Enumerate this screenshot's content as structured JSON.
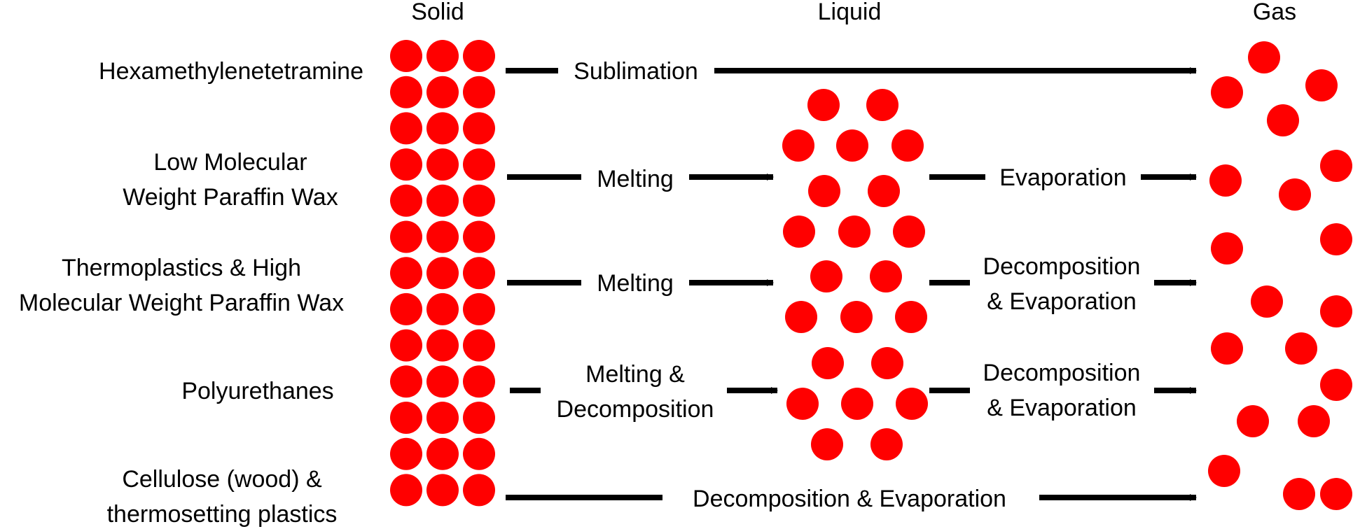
{
  "colors": {
    "particle": "#ff0000",
    "arrow": "#000000",
    "text": "#000000"
  },
  "headers": {
    "solid": "Solid",
    "liquid": "Liquid",
    "gas": "Gas"
  },
  "materials": [
    {
      "line1": "Hexamethylenetetramine"
    },
    {
      "line1": "Low Molecular",
      "line2": "Weight Paraffin Wax"
    },
    {
      "line1": "Thermoplastics & High",
      "line2": "Molecular Weight Paraffin Wax"
    },
    {
      "line1": "Polyurethanes"
    },
    {
      "line1": "Cellulose (wood) &",
      "line2": "thermosetting plastics"
    }
  ],
  "processes": {
    "sublimation": "Sublimation",
    "melting_1": "Melting",
    "evaporation": "Evaporation",
    "melting_2": "Melting",
    "decomp_evap_1a": "Decomposition",
    "decomp_evap_1b": "& Evaporation",
    "melt_decomp_a": "Melting &",
    "melt_decomp_b": "Decomposition",
    "decomp_evap_2a": "Decomposition",
    "decomp_evap_2b": "& Evaporation",
    "decomp_evap_long": "Decomposition & Evaporation"
  }
}
